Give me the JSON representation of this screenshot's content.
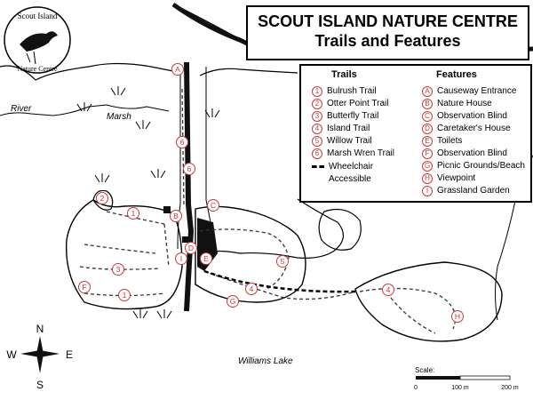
{
  "title": {
    "line1": "SCOUT ISLAND NATURE CENTRE",
    "line2": "Trails and Features"
  },
  "logo": {
    "top_text": "Scout Island",
    "bottom_text": "Nature Centre"
  },
  "legend": {
    "trails_heading": "Trails",
    "features_heading": "Features",
    "trails": [
      {
        "num": "1",
        "label": "Bulrush Trail"
      },
      {
        "num": "2",
        "label": "Otter Point Trail"
      },
      {
        "num": "3",
        "label": "Butterfly Trail"
      },
      {
        "num": "4",
        "label": "Island Trail"
      },
      {
        "num": "5",
        "label": "Willow Trail"
      },
      {
        "num": "6",
        "label": "Marsh Wren Trail"
      }
    ],
    "wheelchair_label_1": "Wheelchair",
    "wheelchair_label_2": "Accessible",
    "features": [
      {
        "letter": "A",
        "label": "Causeway Entrance"
      },
      {
        "letter": "B",
        "label": "Nature House"
      },
      {
        "letter": "C",
        "label": "Observation Blind"
      },
      {
        "letter": "D",
        "label": "Caretaker's House"
      },
      {
        "letter": "E",
        "label": "Toilets"
      },
      {
        "letter": "F",
        "label": "Observation Blind"
      },
      {
        "letter": "G",
        "label": "Picnic Grounds/Beach"
      },
      {
        "letter": "H",
        "label": "Viewpoint"
      },
      {
        "letter": "I",
        "label": "Grassland Garden"
      }
    ]
  },
  "map_labels": {
    "river": "River",
    "marsh": "Marsh",
    "lake": "Williams Lake"
  },
  "map_markers": {
    "trail_markers": [
      "6",
      "6",
      "1",
      "2",
      "3",
      "1",
      "4",
      "5",
      "4"
    ],
    "feature_markers": [
      "A",
      "B",
      "C",
      "D",
      "E",
      "F",
      "G",
      "H",
      "I"
    ]
  },
  "compass": {
    "n": "N",
    "s": "S",
    "e": "E",
    "w": "W"
  },
  "scale": {
    "label": "Scale:",
    "t0": "0",
    "t1": "100 m",
    "t2": "200 m"
  },
  "colors": {
    "marker": "#c83a3a",
    "ink": "#000000",
    "road": "#111111"
  }
}
